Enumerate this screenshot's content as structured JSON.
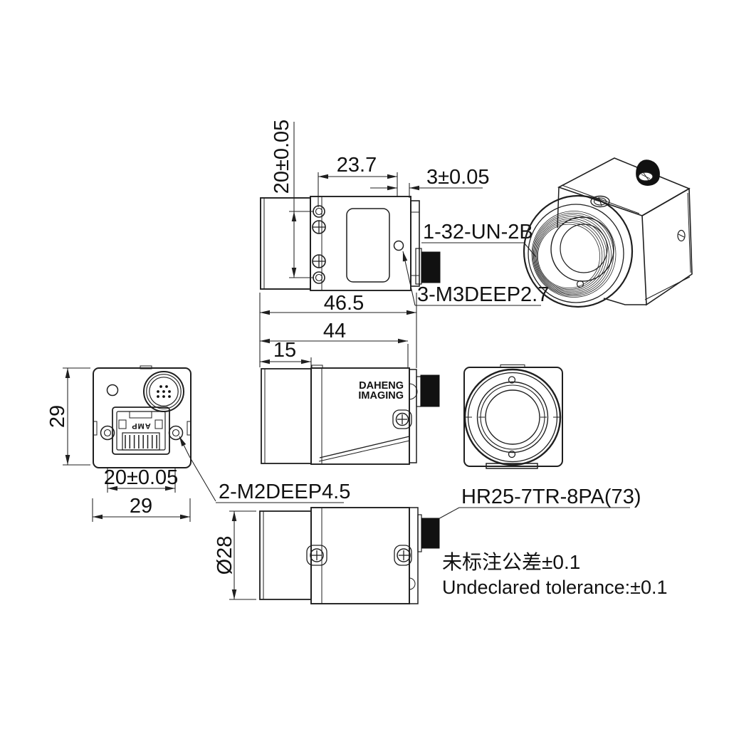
{
  "colors": {
    "line": "#1f1f1f",
    "text": "#111111",
    "connector_fill": "#111111",
    "background": "#ffffff"
  },
  "side_top_view": {
    "dim_height": "20±0.05",
    "dim_width": "23.7",
    "dim_flange": "3±0.05",
    "dim_total": "46.5",
    "label_thread": "1-32-UN-2B",
    "label_screws": "3-M3DEEP2.7"
  },
  "back_view": {
    "dim_height": "29",
    "dim_hole_spacing": "20±0.05",
    "dim_width": "29",
    "label_screws": "2-M2DEEP4.5",
    "rj45_text": "AMP"
  },
  "side_middle_view": {
    "dim_body": "44",
    "dim_lens": "15",
    "logo_line1": "DAHENG",
    "logo_line2": "IMAGING"
  },
  "bottom_view": {
    "dim_diameter": "Ø28",
    "label_connector": "HR25-7TR-8PA(73)"
  },
  "notes": {
    "tolerance_cn": "未标注公差±0.1",
    "tolerance_en": "Undeclared tolerance:±0.1"
  }
}
